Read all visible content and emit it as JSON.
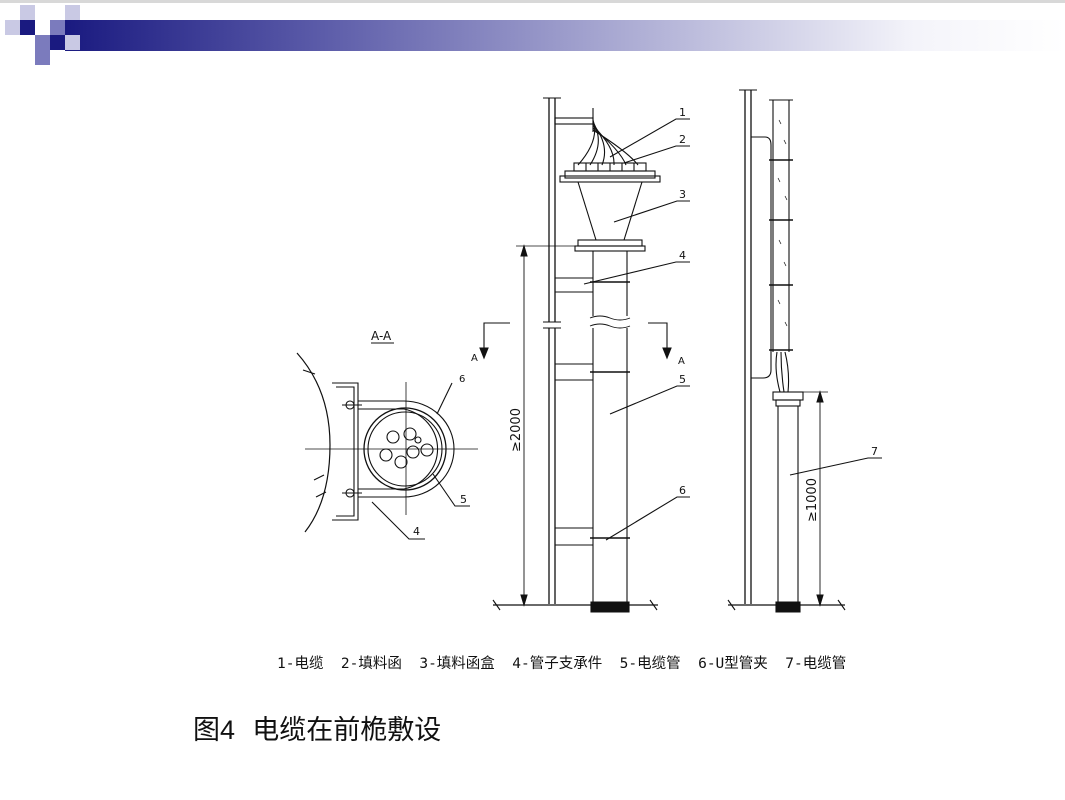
{
  "drawing": {
    "section_label": "A-A",
    "section_mark": "A",
    "callouts": [
      "1",
      "2",
      "3",
      "4",
      "5",
      "6",
      "7"
    ],
    "dim_left": "≥2000",
    "dim_right": "≥1000"
  },
  "legend": "1-电缆  2-填料函  3-填料函盒  4-管子支承件  5-电缆管  6-U型管夹  7-电缆管",
  "caption": {
    "number": "图4",
    "title": "电缆在前桅敷设"
  },
  "colors": {
    "header_dark": "#1a1a80",
    "header_mid": "#7b7bbd",
    "header_light": "#c9c9e4"
  }
}
